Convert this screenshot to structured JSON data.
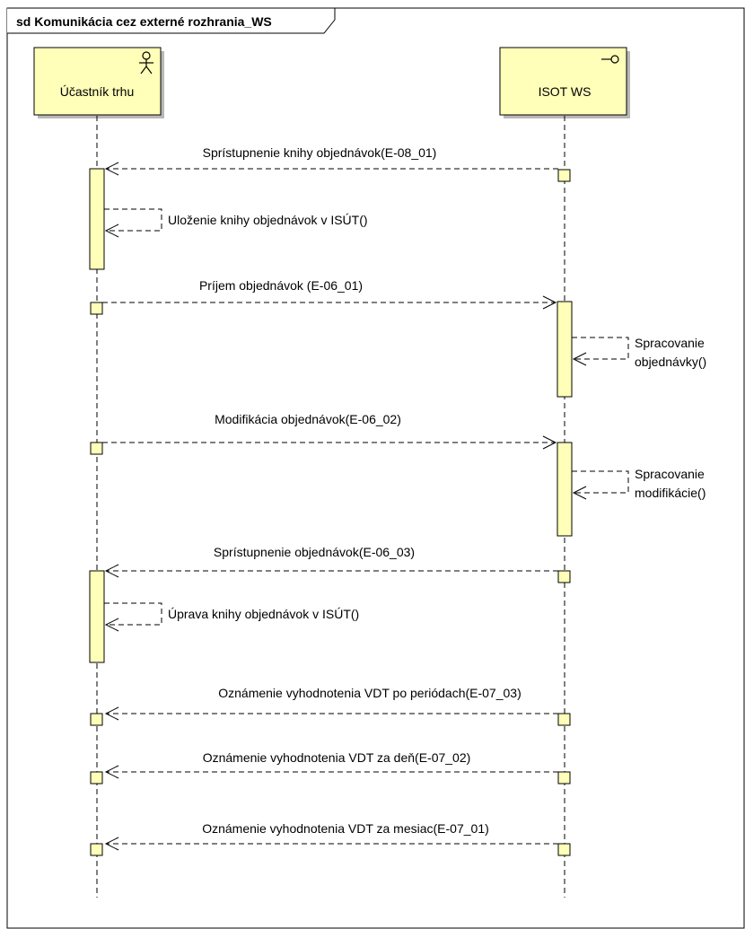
{
  "frame": {
    "title": "sd Komunikácia cez externé rozhrania_WS"
  },
  "colors": {
    "box_fill": "#ffffb9",
    "line": "#000000",
    "background": "#ffffff"
  },
  "participants": [
    {
      "id": "ucastnik",
      "label": "Účastník trhu",
      "icon": "actor-icon"
    },
    {
      "id": "isot",
      "label": "ISOT WS",
      "icon": "interface-icon"
    }
  ],
  "messages": [
    {
      "label": "Sprístupnenie knihy objednávok(E-08_01)",
      "from": "isot",
      "to": "ucastnik"
    },
    {
      "label": "Uloženie knihy objednávok v ISÚT()",
      "from": "ucastnik",
      "to": "ucastnik"
    },
    {
      "label": "Príjem objednávok (E-06_01)",
      "from": "ucastnik",
      "to": "isot"
    },
    {
      "label": [
        "Spracovanie",
        "objednávky()"
      ],
      "from": "isot",
      "to": "isot"
    },
    {
      "label": "Modifikácia objednávok(E-06_02)",
      "from": "ucastnik",
      "to": "isot"
    },
    {
      "label": [
        "Spracovanie",
        "modifikácie()"
      ],
      "from": "isot",
      "to": "isot"
    },
    {
      "label": "Sprístupnenie objednávok(E-06_03)",
      "from": "isot",
      "to": "ucastnik"
    },
    {
      "label": "Úprava knihy objednávok v ISÚT()",
      "from": "ucastnik",
      "to": "ucastnik"
    },
    {
      "label": "Oznámenie vyhodnotenia VDT po periódach(E-07_03)",
      "from": "isot",
      "to": "ucastnik"
    },
    {
      "label": "Oznámenie vyhodnotenia VDT za deň(E-07_02)",
      "from": "isot",
      "to": "ucastnik"
    },
    {
      "label": "Oznámenie vyhodnotenia VDT za mesiac(E-07_01)",
      "from": "isot",
      "to": "ucastnik"
    }
  ]
}
